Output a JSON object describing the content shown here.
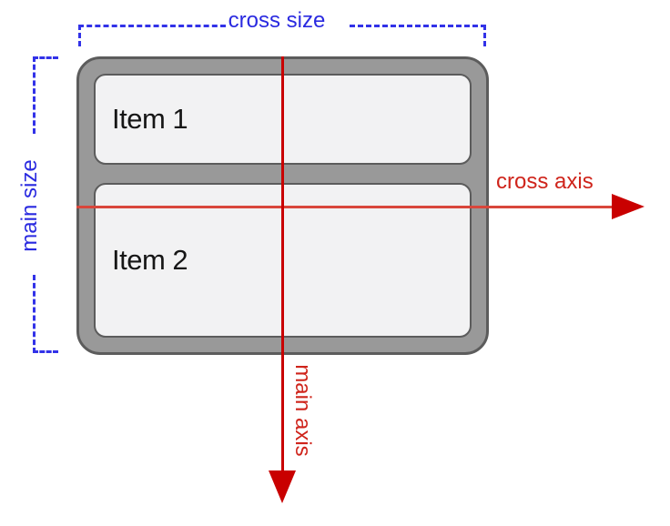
{
  "diagram": {
    "type": "flexbox-axes-illustration",
    "container": {
      "items": [
        {
          "label": "Item 1"
        },
        {
          "label": "Item 2"
        }
      ]
    },
    "annotations": {
      "cross_size_label": "cross size",
      "main_size_label": "main size",
      "cross_axis_label": "cross axis",
      "main_axis_label": "main axis"
    },
    "colors": {
      "axis_red": "#c90000",
      "axis_red_line": "#d9463b",
      "size_blue": "#3232e8",
      "container_fill": "#999999",
      "container_border": "#5c5c5c",
      "item_fill": "#f2f2f3",
      "item_text": "#161616",
      "background": "#ffffff"
    }
  }
}
